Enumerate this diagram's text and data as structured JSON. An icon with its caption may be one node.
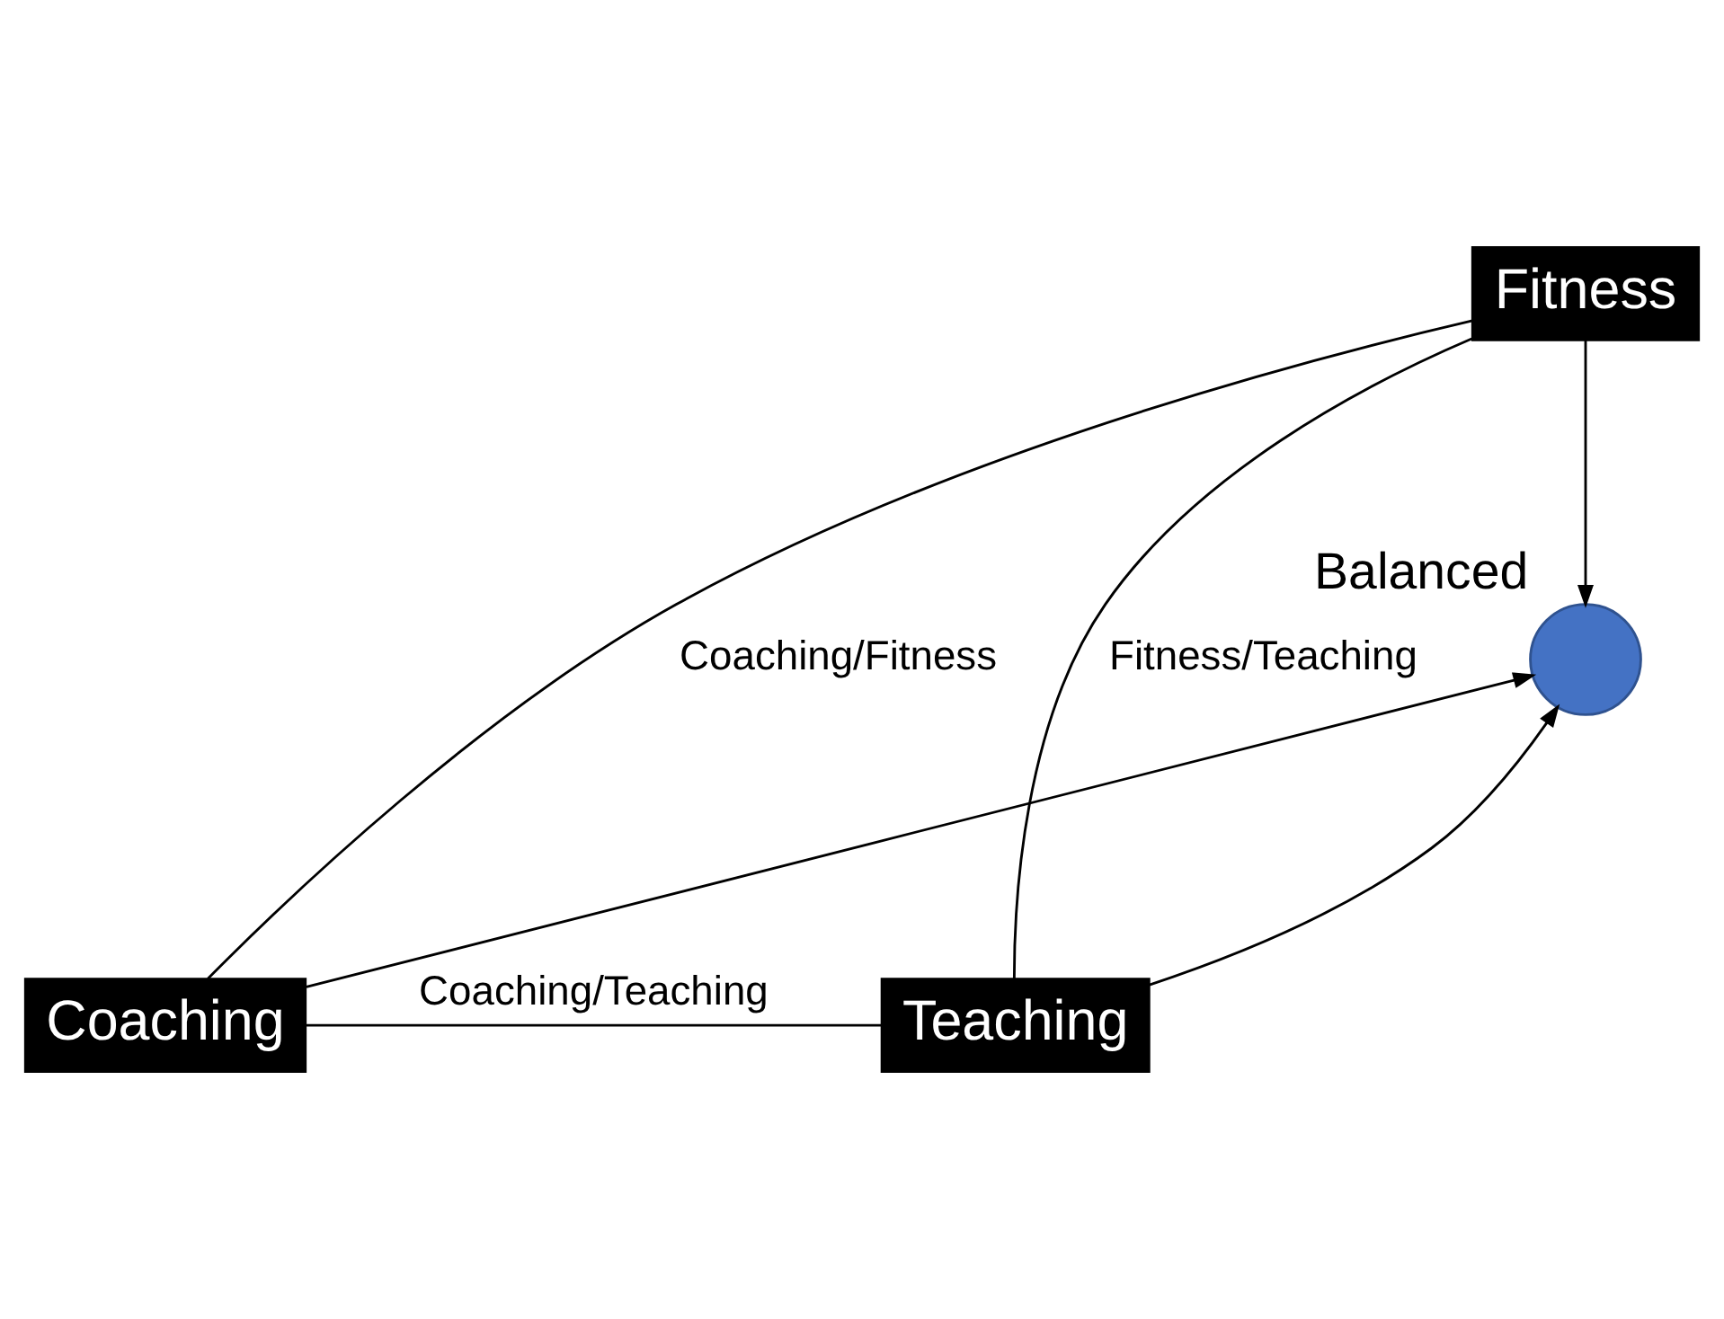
{
  "diagram": {
    "nodes": [
      {
        "text": [
          "Fitness"
        ]
      },
      {
        "text": [
          "Coaching"
        ]
      },
      {
        "text": [
          "Teaching"
        ]
      },
      {
        "text": [],
        "shape": "circle",
        "beside": [
          "Balanced"
        ]
      }
    ],
    "edges": [
      {
        "from": 0,
        "to": 1,
        "arrow": "none",
        "label": "Coaching/Fitness"
      },
      {
        "from": 0,
        "to": 2,
        "arrow": "none",
        "label": "Fitness/Teaching"
      },
      {
        "from": 1,
        "to": 2,
        "arrow": "none",
        "label": "Coaching/Teaching"
      },
      {
        "from": 0,
        "to": 3,
        "arrow": "to"
      },
      {
        "from": 1,
        "to": 3,
        "arrow": "to"
      },
      {
        "from": 2,
        "to": 3,
        "arrow": "to"
      }
    ]
  }
}
